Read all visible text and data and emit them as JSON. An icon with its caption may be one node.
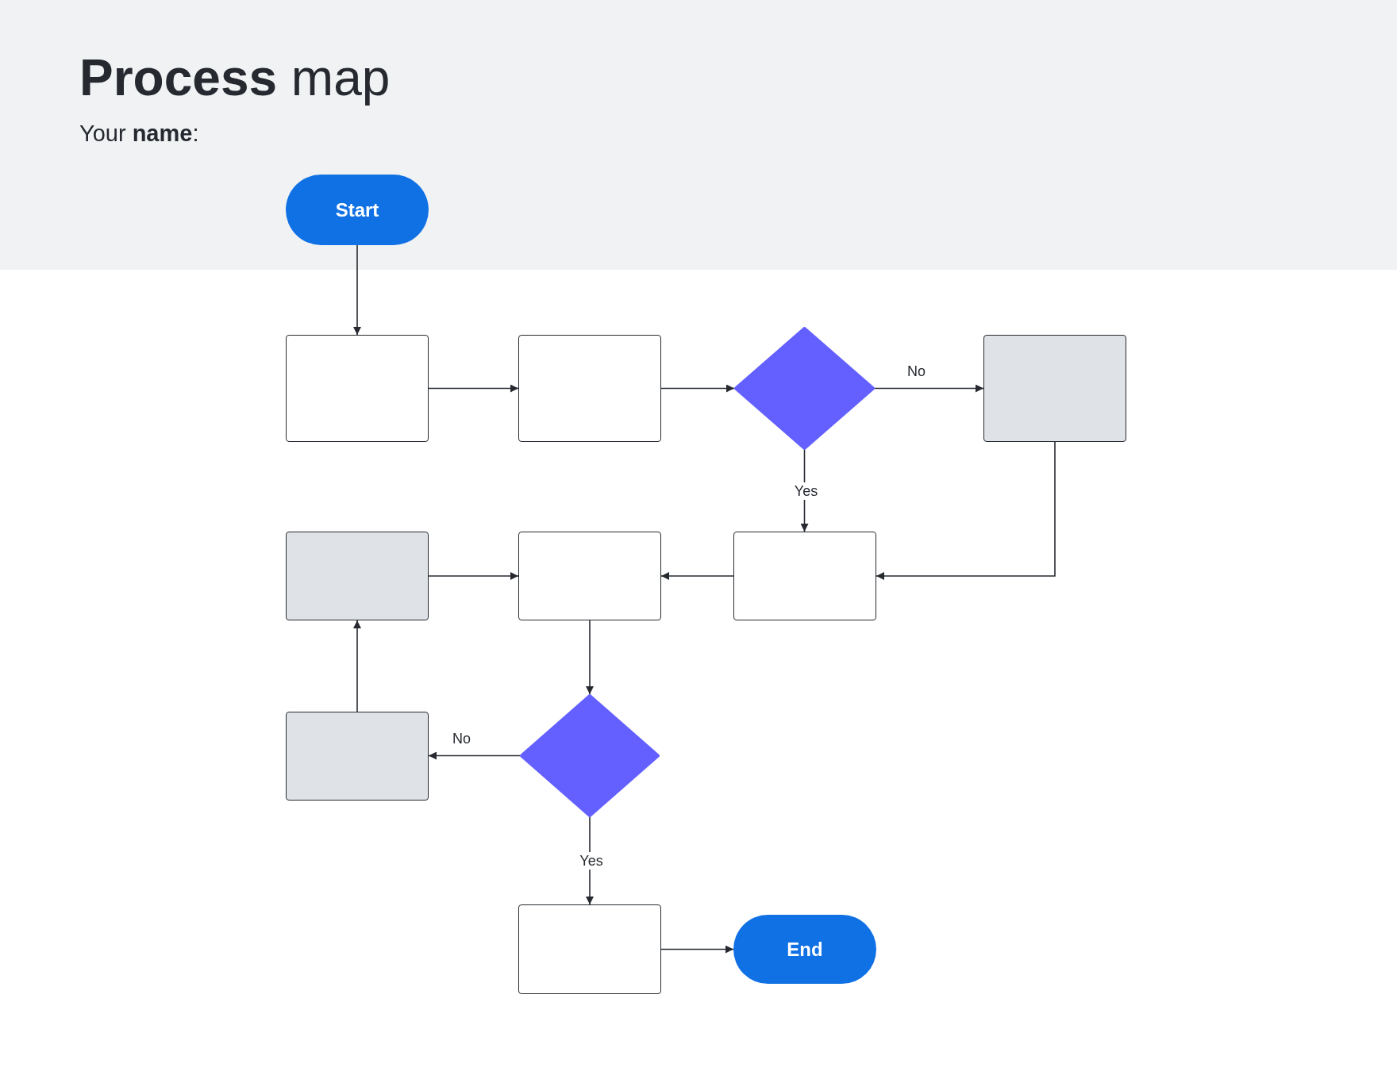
{
  "diagram": {
    "title": "**Process** map",
    "nodes": [
      {
        "text": [
          "Start"
        ]
      },
      {
        "text": [],
        "shape": "box"
      },
      {
        "text": [],
        "shape": "box"
      },
      {
        "text": [],
        "shape": "diamond"
      },
      {
        "text": [],
        "shape": "box"
      },
      {
        "text": [],
        "shape": "box"
      },
      {
        "text": [],
        "shape": "box"
      },
      {
        "text": [],
        "shape": "box"
      },
      {
        "text": [],
        "shape": "box"
      },
      {
        "text": [],
        "shape": "diamond"
      },
      {
        "text": [],
        "shape": "box"
      },
      {
        "text": [
          "End"
        ]
      }
    ],
    "edges": [
      {
        "from": 0,
        "to": 1,
        "arrow": "to"
      },
      {
        "from": 1,
        "to": 2,
        "arrow": "to"
      },
      {
        "from": 2,
        "to": 3,
        "arrow": "to"
      },
      {
        "from": 3,
        "to": 4,
        "arrow": "to",
        "label": "No"
      },
      {
        "from": 3,
        "to": 5,
        "arrow": "to",
        "label": "Yes"
      },
      {
        "from": 4,
        "to": 5,
        "arrow": "to"
      },
      {
        "from": 5,
        "to": 6,
        "arrow": "to"
      },
      {
        "from": 7,
        "to": 6,
        "arrow": "to"
      },
      {
        "from": 6,
        "to": 9,
        "arrow": "to"
      },
      {
        "from": 9,
        "to": 8,
        "arrow": "to",
        "label": "No"
      },
      {
        "from": 8,
        "to": 7,
        "arrow": "to"
      },
      {
        "from": 9,
        "to": 10,
        "arrow": "to",
        "label": "Yes"
      },
      {
        "from": 10,
        "to": 11,
        "arrow": "to"
      }
    ],
    "labels": [
      "Your **name**:"
    ]
  }
}
